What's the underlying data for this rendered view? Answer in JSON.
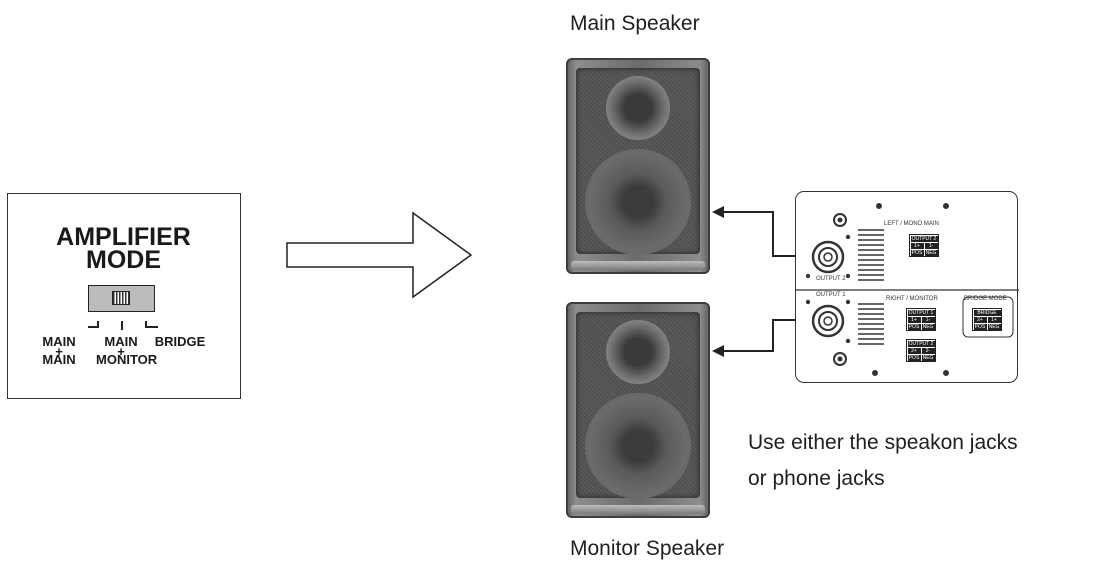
{
  "amplifier_panel": {
    "title": "AMPLIFIER\nMODE",
    "labels": {
      "main_main_top": "MAIN",
      "main_main_plus": "+",
      "main_main_bottom": "MAIN",
      "main_monitor_top": "MAIN",
      "main_monitor_plus": "+",
      "main_monitor_bottom": "MONITOR",
      "bridge": "BRIDGE"
    }
  },
  "speakers": {
    "main_caption": "Main Speaker",
    "monitor_caption": "Monitor Speaker"
  },
  "note": "Use either the speakon jacks\nor phone jacks",
  "rear_panel": {
    "left_mono_main": "LEFT / MONO MAIN",
    "right_monitor": "RIGHT / MONITOR",
    "bridge_mode": "BRIDGE MODE",
    "output1_label": "OUTPUT 1",
    "output2_label": "OUTPUT 2",
    "table_top": {
      "header": "OUTPUT 2",
      "row1": [
        "1+",
        "1-"
      ],
      "row2": [
        "POS",
        "NEG"
      ]
    },
    "table_mid": {
      "header": "OUTPUT 1",
      "row1": [
        "1+",
        "1-"
      ],
      "row2": [
        "POS",
        "NEG"
      ]
    },
    "table_bottom": {
      "header": "OUTPUT 2",
      "row1": [
        "2+",
        "2-"
      ],
      "row2": [
        "POS",
        "NEG"
      ]
    },
    "table_bridge": {
      "header": "BRIDGE",
      "row1": [
        "2+",
        "1+"
      ],
      "row2": [
        "POS",
        "NEG"
      ]
    }
  }
}
